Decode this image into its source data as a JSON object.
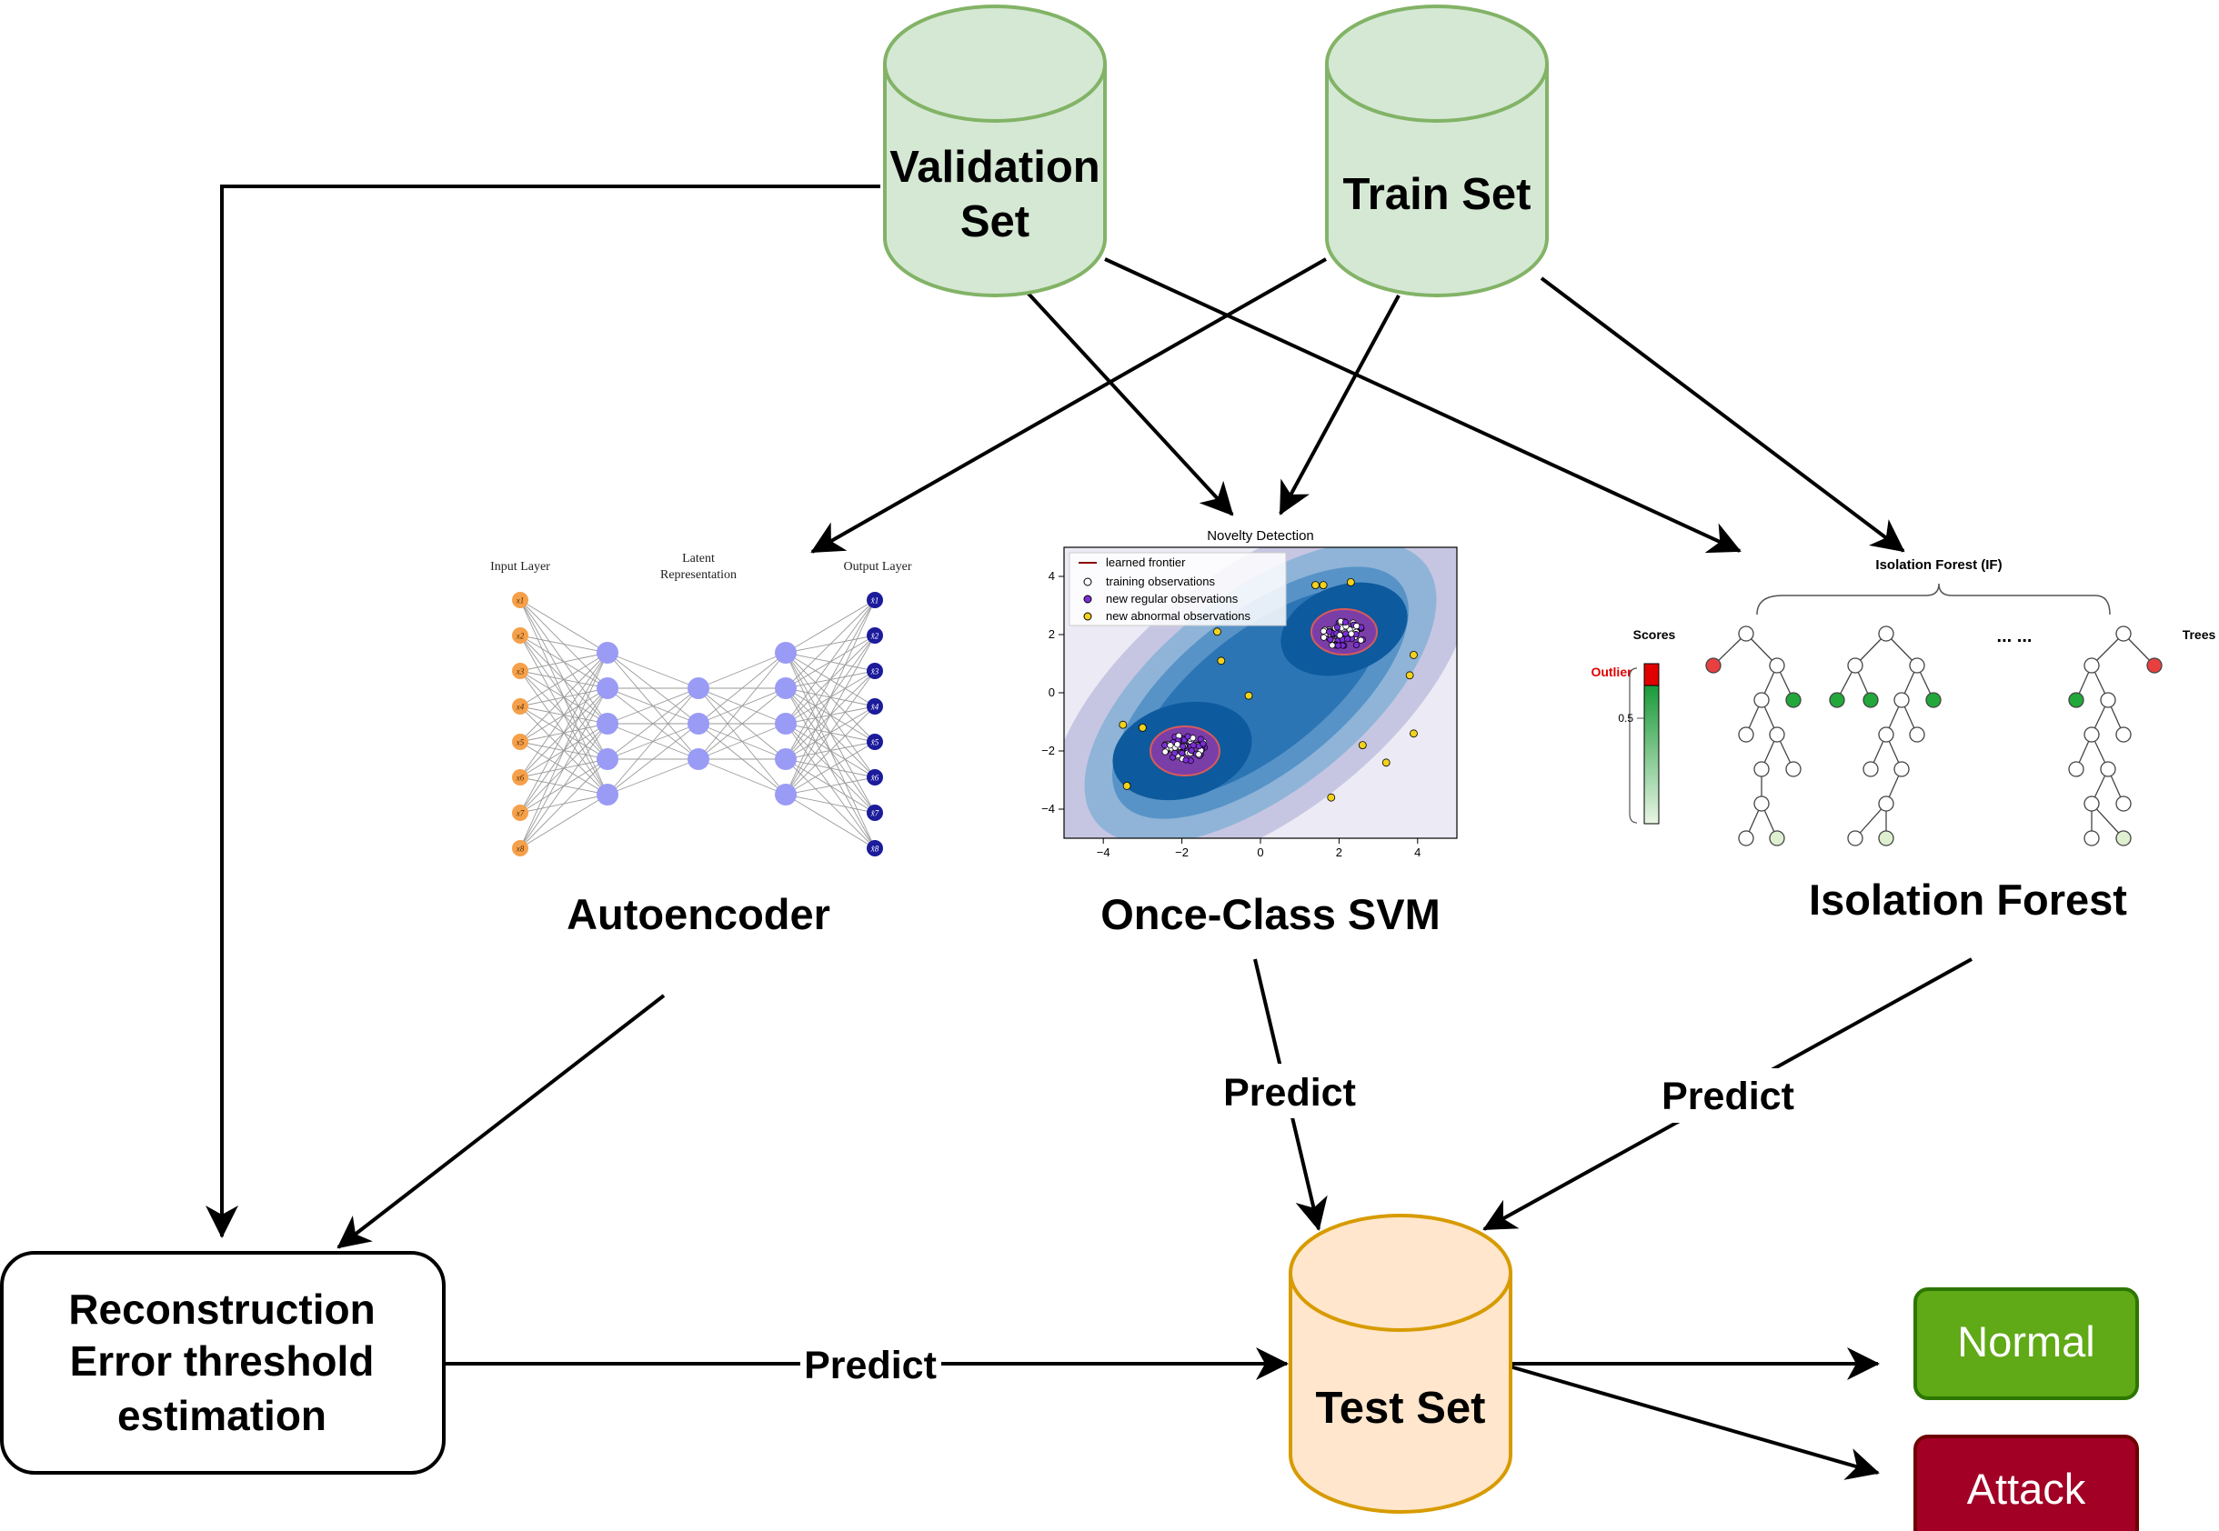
{
  "cylinders": {
    "validation": {
      "line1": "Validation",
      "line2": "Set"
    },
    "train": {
      "label": "Train Set"
    },
    "test": {
      "label": "Test Set"
    }
  },
  "models": {
    "autoencoder": {
      "title": "Autoencoder",
      "input_layer": "Input Layer",
      "latent_line1": "Latent",
      "latent_line2": "Representation",
      "output_layer": "Output Layer",
      "input_nodes": [
        "x1",
        "x2",
        "x3",
        "x4",
        "x5",
        "x6",
        "x7",
        "x8"
      ],
      "output_nodes": [
        "x̂1",
        "x̂2",
        "x̂3",
        "x̂4",
        "x̂5",
        "x̂6",
        "x̂7",
        "x̂8"
      ]
    },
    "ocsvm": {
      "title": "Once-Class SVM",
      "plot_title": "Novelty Detection",
      "legend": [
        "learned frontier",
        "training observations",
        "new regular observations",
        "new abnormal observations"
      ],
      "x_ticks": [
        "−4",
        "−2",
        "0",
        "2",
        "4"
      ],
      "y_ticks": [
        "4",
        "2",
        "0",
        "−2",
        "−4"
      ]
    },
    "iforest": {
      "title": "Isolation Forest",
      "header": "Isolation Forest (IF)",
      "scores": "Scores",
      "outlier": "Outlier",
      "tick": "0.5",
      "trees": "Trees",
      "ellipsis": "... ..."
    }
  },
  "threshold_box": {
    "line1": "Reconstruction",
    "line2": "Error threshold",
    "line3": "estimation"
  },
  "edge_labels": {
    "predict_svm": "Predict",
    "predict_if": "Predict",
    "predict_threshold": "Predict"
  },
  "outputs": {
    "normal": {
      "label": "Normal",
      "color": "#60a917"
    },
    "attack": {
      "label": "Attack",
      "color": "#a20025"
    }
  },
  "colors": {
    "cyl_green_fill": "#d5e8d4",
    "cyl_green_stroke": "#82b366",
    "cyl_orange_fill": "#ffe6cc",
    "cyl_orange_stroke": "#d79b00",
    "ae_input": "#f5a04a",
    "ae_hidden": "#9a9bf5",
    "ae_output": "#1b1b9c"
  }
}
